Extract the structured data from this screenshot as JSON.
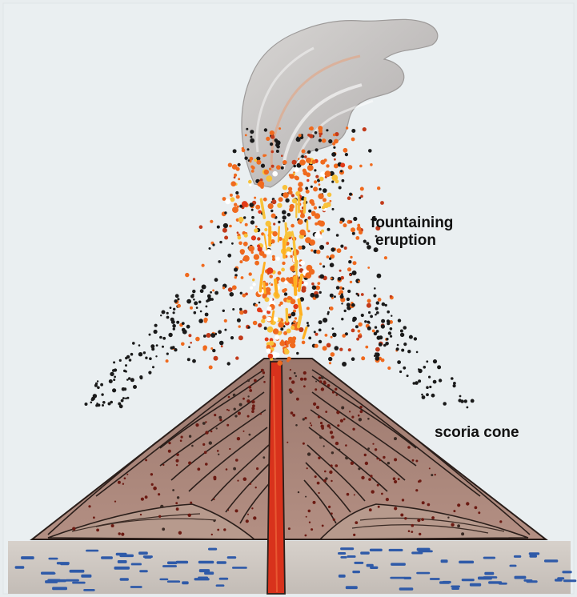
{
  "labels": {
    "fountaining_line1": "fountaining",
    "fountaining_line2": "eruption",
    "scoria_cone": "scoria cone"
  },
  "colors": {
    "paper": "#e9eef0",
    "cone_fill": "#a88478",
    "cone_layer_line": "#2a1e1a",
    "conduit": "#d8321c",
    "ground": "#cfc8c2",
    "water_dashes": "#2f5aa8",
    "ash_cloud": "#c9c7c6",
    "lava_orange": "#f06a1e",
    "lava_yellow": "#f8c23a",
    "ejecta_black": "#1a1a1a"
  },
  "icons": {
    "cloud": "ash-plume-icon",
    "cone": "scoria-cone-icon"
  }
}
